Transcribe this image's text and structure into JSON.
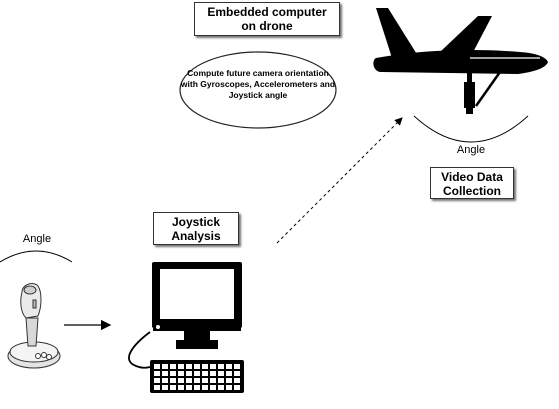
{
  "labels": {
    "embedded_computer": "Embedded computer on drone",
    "compute_note": "Compute future camera orientation with Gyroscopes, Accelerometers and Joystick angle",
    "angle_drone": "Angle",
    "video_data": "Video Data Collection",
    "angle_joystick": "Angle",
    "joystick_analysis": "Joystick Analysis"
  }
}
